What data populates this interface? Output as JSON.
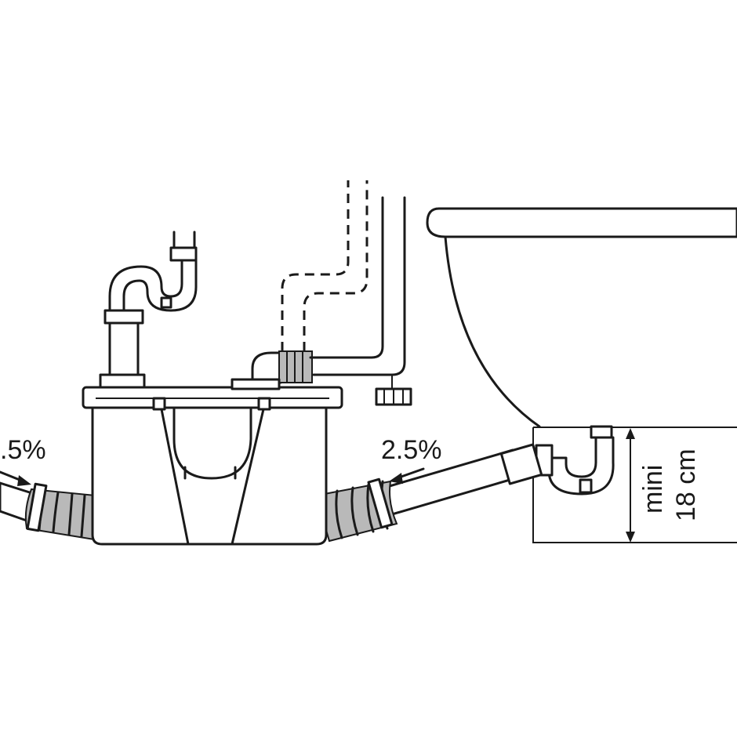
{
  "labels": {
    "left_slope": ".5%",
    "right_slope": "2.5%",
    "height_line1": "mini",
    "height_line2": "18 cm"
  }
}
